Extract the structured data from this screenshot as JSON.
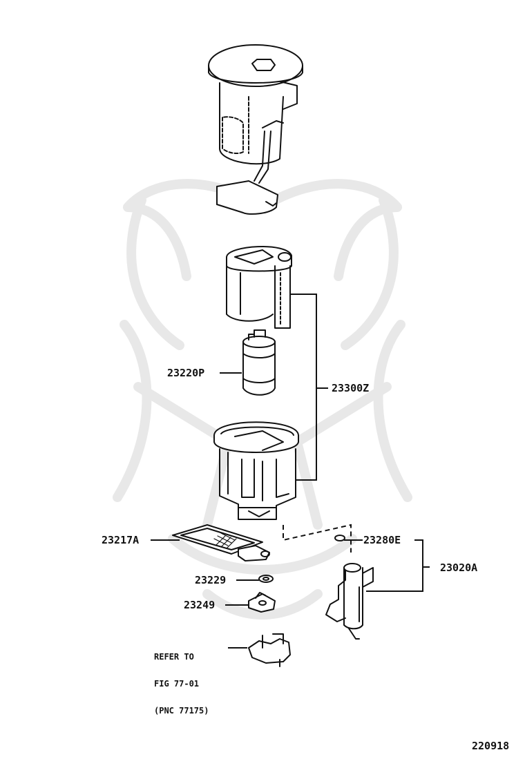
{
  "parts": {
    "p23220P": "23220P",
    "p23300Z": "23300Z",
    "p23217A": "23217A",
    "p23280E": "23280E",
    "p23020A": "23020A",
    "p23229": "23229",
    "p23249": "23249"
  },
  "refer_note": {
    "line1": "REFER TO",
    "line2": "FIG 77-01",
    "line3": "(PNC 77175)"
  },
  "figure_code": "220918",
  "colors": {
    "ink": "#111111",
    "watermark": "#e6e6e6"
  },
  "icons": {
    "watermark": "samurai-helmet-watermark-icon"
  }
}
